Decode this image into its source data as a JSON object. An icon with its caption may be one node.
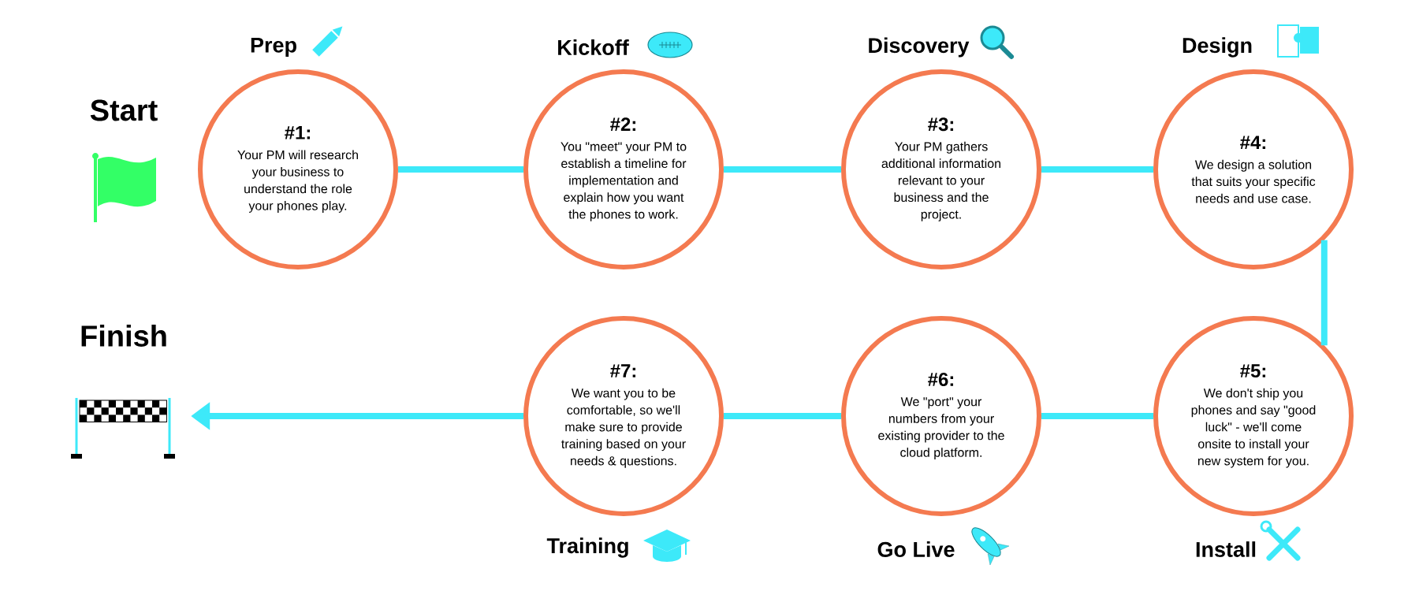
{
  "diagram": {
    "nodes": [
      {
        "text": [
          "Prep",
          "#1:",
          "Your PM will research your business to understand the role your phones play."
        ]
      },
      {
        "text": [
          "Kickoff",
          "#2:",
          "You \"meet\" your PM to establish a timeline for implementation and explain how you want the phones to work."
        ]
      },
      {
        "text": [
          "Discovery",
          "#3:",
          "Your PM gathers additional information relevant to your business and the project."
        ]
      },
      {
        "text": [
          "Design",
          "#4:",
          "We design a solution that suits your specific needs and use case."
        ]
      },
      {
        "text": [
          "#5:",
          "We don't ship you phones and say \"good luck\" - we'll come onsite to install your new system for you.",
          "Install"
        ]
      },
      {
        "text": [
          "#6:",
          "We \"port\" your numbers from your existing provider to the cloud platform.",
          "Go Live"
        ]
      },
      {
        "text": [
          "#7:",
          "We want you to be comfortable, so we'll make sure to provide training based on your needs & questions.",
          "Training"
        ]
      },
      {
        "text": [
          "Finish"
        ]
      }
    ],
    "edges": [
      {
        "from": 0,
        "to": 1,
        "arrow": "none"
      },
      {
        "from": 1,
        "to": 2,
        "arrow": "none"
      },
      {
        "from": 2,
        "to": 3,
        "arrow": "none"
      },
      {
        "from": 3,
        "to": 4,
        "arrow": "none"
      },
      {
        "from": 4,
        "to": 5,
        "arrow": "none"
      },
      {
        "from": 5,
        "to": 6,
        "arrow": "none"
      },
      {
        "from": 6,
        "to": 7,
        "arrow": "to"
      }
    ],
    "labels": [
      "Start"
    ]
  }
}
